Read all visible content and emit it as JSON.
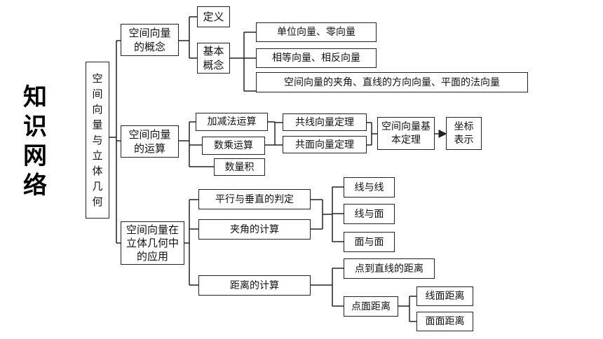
{
  "side_title": [
    "知",
    "识",
    "网",
    "络"
  ],
  "root": [
    "空",
    "间",
    "向",
    "量",
    "与",
    "立",
    "体",
    "几",
    "何"
  ],
  "concept": {
    "label": "空间向量的概念",
    "definition": "定义",
    "basic": "基本概念",
    "items": [
      "单位向量、零向量",
      "相等向量、相反向量",
      "空间向量的夹角、直线的方向向量、平面的法向量"
    ]
  },
  "operations": {
    "label": "空间向量的运算",
    "add_sub": "加减法运算",
    "scalar": "数乘运算",
    "dot": "数量积",
    "collinear": "共线向量定理",
    "coplanar": "共面向量定理",
    "basic_theorem": "空间向量基本定理",
    "coordinate": "坐标表示"
  },
  "application": {
    "label": "空间向量在立体几何中的应用",
    "parallel_perp": "平行与垂直的判定",
    "angle": "夹角的计算",
    "distance": "距离的计算",
    "line_line": "线与线",
    "line_plane": "线与面",
    "plane_plane": "面与面",
    "point_line": "点到直线的距离",
    "point_plane": "点面距离",
    "line_plane_dist": "线面距离",
    "plane_plane_dist": "面面距离"
  }
}
